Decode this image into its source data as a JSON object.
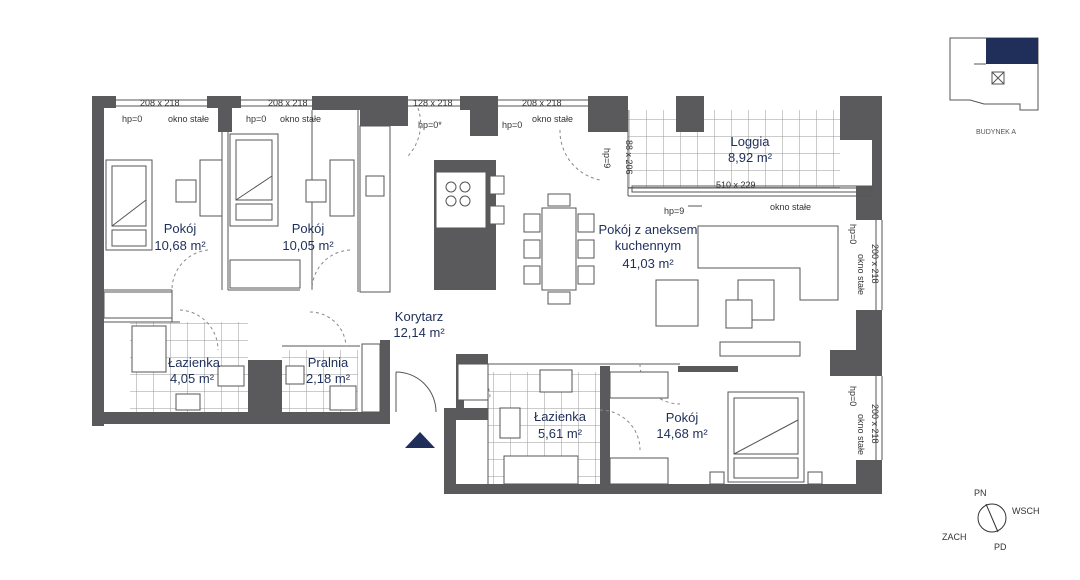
{
  "colors": {
    "accent": "#1f2f5a",
    "wall": "#5a5a5c",
    "tile_line": "#9a9a9a"
  },
  "rooms": {
    "pokoj1": {
      "name": "Pokój",
      "area": "10,68 m²"
    },
    "pokoj2": {
      "name": "Pokój",
      "area": "10,05 m²"
    },
    "lazienka1": {
      "name": "Łazienka",
      "area": "4,05 m²"
    },
    "pralnia": {
      "name": "Pralnia",
      "area": "2,18 m²"
    },
    "korytarz": {
      "name": "Korytarz",
      "area": "12,14 m²"
    },
    "salon": {
      "name_line1": "Pokój z aneksem",
      "name_line2": "kuchennym",
      "area": "41,03 m²"
    },
    "loggia": {
      "name": "Loggia",
      "area": "8,92 m²"
    },
    "lazienka2": {
      "name": "Łazienka",
      "area": "5,61 m²"
    },
    "pokoj3": {
      "name": "Pokój",
      "area": "14,68 m²"
    }
  },
  "windows": {
    "w1": {
      "size": "208 x 218",
      "hp": "hp=0",
      "note": "okno stałe"
    },
    "w2": {
      "size": "208 x 218",
      "hp": "hp=0",
      "note": "okno stałe"
    },
    "w3": {
      "size": "128 x 218",
      "hp": "hp=0*"
    },
    "w4": {
      "size": "208 x 218",
      "hp": "hp=0",
      "note": "okno stałe"
    },
    "w5": {
      "size": "200 x 218",
      "hp": "hp=0",
      "note": "okno stałe"
    },
    "w6": {
      "size": "200 x 218",
      "hp": "hp=0",
      "note": "okno stałe"
    },
    "loggia_door": {
      "size": "88 x 206",
      "hp": "hp=9"
    },
    "loggia_window": {
      "size": "510 x 229",
      "hp": "hp=9",
      "note": "okno stałe"
    }
  },
  "legend": {
    "building": "BUDYNEK A"
  },
  "compass": {
    "n": "PN",
    "e": "WSCH",
    "s": "PD",
    "w": "ZACH"
  }
}
